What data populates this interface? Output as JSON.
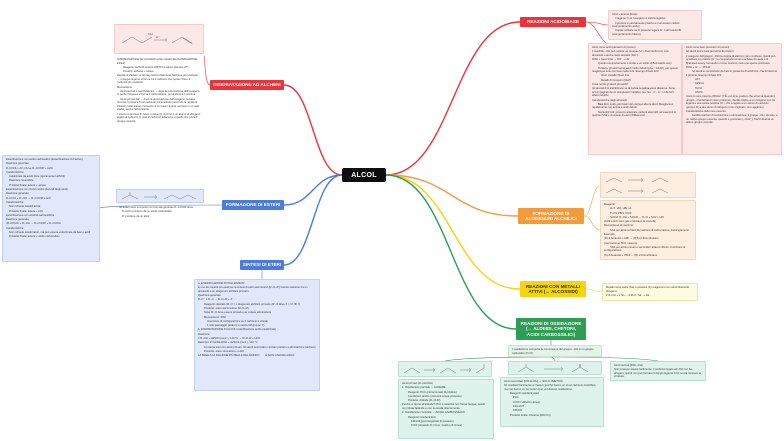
{
  "center": {
    "label": "ALCOL"
  },
  "colors": {
    "red": "#e9343b",
    "blue": "#4c7bd9",
    "orange": "#f39a3b",
    "yellow": "#f5d40f",
    "green": "#2f9e55",
    "center": "#0d0d0d"
  },
  "branches": {
    "disidratazione": "DISIDRATAZIONE AD ALCHENI",
    "esteri": "FORMAZIONE DI ESTERI",
    "sintesi": "SINTESI DI ETERI",
    "acidobase": "REAZIONI ACIDO/BASE",
    "alogenuri": "FORMAZIONE DI ALOGENURI ALCHILICI",
    "metalli": "REAZIONI CON METALLI ATTIVI (→ ALCOSSIDI)",
    "ossidazione": "REAZIONI DI OSSIDAZIONE (→ ALDEIDI, CHETONI, ACIDI CARBOSSILICI)"
  },
  "notes": {
    "disidratazione": [
      "DISIDRATAZIONE AD ALCHENI acido-catalizzata (ELIMINAZIONE E1/E2)",
      "        Reagenti: H2SO4 oppure H3PO4 a calore (elevato ΔT)",
      "        Prodotti: alchene + acqua",
      "Regola di Zaitsev: si forma preferenzialmente l'alchene più sostituito → il doppio legame si forma tra il carbonio che perde l'OH e il carbonio più sostituito",
      "Meccanismo:",
      "    Alcoli terziari e secondari E1 → dopo la protonazione dell'ossigeno, si perde l'acqua e si forma il carbocatione, poi si elimina il protone",
      "    Alcoli primari E2 → dopo la protonazione dell'ossigeno, la base rimuove il protone β sul carbonio più sostituito (secondo la regola di Zaitsev) nello stesso momento in cui esce l'acqua: avviene in un solo stadio, senza carbocatione",
      "* Cos'è un protone β: Sono i protoni β: il primo è un atomo di idrogeno legato al carbonio β, cioè al carbonio adiacente a quello che porta il gruppo uscente"
    ],
    "esteri_left": [
      "Esterificazione con acido carbossilico (Esterificazione di Fischer)",
      "Reazione generale:",
      "R–COOH + R'–OH ⇌ R–COOR' + H2O",
      "Caratteristiche:",
      "    Catalizzata da acido forte (tipicamente H2SO4)",
      "    Reazione reversibile",
      "    Prodotto finale: estere + acqua",
      "Esterificazione con cloruri acilici (derivati degli acidi)",
      "Reazione generale:",
      "R–COCl + R'–OH → R–COOR' + HCl",
      "Caratteristiche:",
      "    Non richiede catalisi acida",
      "    Prodotto finale: estere + HCl",
      "Esterificazione con anidridi carbossiliche",
      "Reazione generale:",
      "(R–CO)2O + R'–OH → R–COOR' + R–COOH",
      "Caratteristiche:",
      "    Non richiede catalizzatori, ma può essere velocizzata da basi o acidi",
      "    Prodotto finale: estere + acido carbossilico"
    ],
    "esteri_right": [
      "Gli esteri sono composti con formula generale R–COOR' dove:",
      "    R–COO proviene da un acido carbossilico",
      "    R' proviene da un alcol"
    ],
    "sintesi": [
      "a. ETERIFICAZIONE DI WILLIAMSON",
      "È uno dei metodi più usati per la sintesi di eteri asimmetrici (R–O–R') tramite reazione tra un alcossido e un alogenuro alchilico primario.",
      "Reazione generale:",
      "R–O⁻ + R'–X → R–O–R' + X⁻",
      "        Reagenti: alcolato (R–O⁻) + alogenuro alchilico primario (R'–X dove X = Cl, Br, I)",
      "        Prodotto: etere asimmetrico (R–O–R')",
      "        Nota: R'–X deve essere primario per evitare eliminazioni",
      "        Meccanismo: SN2",
      "            Inversione di configurazione se il carbonio è chirale",
      "            1 solo passaggio (attacco e uscita del gruppo X)",
      "b. DISIDRATAZIONE DI ALCOLI (eterificazione acido-catalizzata)",
      "Reazione:",
      "2 R–OH + H2SO4 (conc.), 140 °C → R–O–R + H2O",
      "Esempio: 2 CH3CH2OH + H2SO4 (conc.), 140 °C",
      "        Funziona solo con alcoli primari. Gli alcoli secondari e terziari portano a eliminazione (alcheni)",
      "        Prodotto: etere simmetrico + H2O",
      "LA FREE A LA RAGIONE PIÙ BELLA DEL MONDO        E NON CANCELLARLO"
    ],
    "acidobase_top": [
      "Alcol + anione (base):",
      "    Il legame O–H l'ossigeno è elettronegativo",
      "    Il protone è parzialmente positivo e può essere ceduto (comportamento acido)",
      "    Coppie solitarie su O possono legare H⁺ o altri elettrofili (comportamento basico)"
    ],
    "acidobase_left": [
      "Alcol come acidi (donatori di protoni)",
      "L'ossidrile –OH può cedere un protone (H⁺) diventando uno ione alcossido o anche detto alcolato (RO⁻).",
      "ROH + base forte → RO⁻ + H2",
      "        Questo comportamento è simile a un acido di Brønsted-Lowry.",
      "        Tuttavia, gli alcoli sono acidi molto deboli (pKa ≈ 16-18), per questo reagiscono solo con basi molto forti. Esempi di basi forti:",
      "            Idruri metallici NaH, KH",
      "            Metalli di Gruppo1 (NH2)",
      "Cosa rende gli alcoli più acidi?",
      "Gli alcossidi si stabilizzano se la carica negativa viene dispersa. Sono accompagnati da un complesso metallico (es. Na⁺, K⁺, Li⁺) o da forti effetti induttivi.",
      "Caratteristiche degli alcossidi",
      "        Basi forti: molto più basici del corrispondente alcol. Reagiscono rapidamente con acqua e acidi deboli.",
      "        Nucleofili forti: possono attaccare carboni elettrofili, ad esempio in reazioni SN2 o di sintesi di eteri (Williamson)"
    ],
    "acidobase_right": [
      "Alcol come basi (accettori di protoni)",
      "Gli alcoli come basi (accettori di protoni)",
      "L'ossigeno dell'gruppo –OH ha coppie di elettroni non condivise, quindi può accettare un protone (H⁺) e comportarsi come una base di Lewis o di Brønsted-Lowry, formando un ione ossonio, cioè una specie protonata.",
      "ROH + H⁺ → ROH2⁺",
      "        Gli alcoli si comportano da basi in presenza di acidi forti, che forniscono il protone. Esempi di basi forti:",
      "            HCl",
      "            H2SO4",
      "            TsOH",
      "            HNO3",
      "Cos'è lo ione ossonio (ROH2⁺)? È uno ione positivo che si forma quando il gruppo –OH dell'alcol viene protonato, dando origine a un ossigeno con tre legami e una carica positiva (O⁺) che è legato a un atomo di carbonio (gruppo R) e due atomi di idrogeno (uno originario, uno aggiunto).",
      "Caratteristiche dello ione ossonio:",
      "        Facilita reazioni di sostituzione o eliminazione: il gruppo –OH, da solo, è un cattivo gruppo uscente, quando è protonato (–OH2⁺), l'H2O diventa un ottimo gruppo uscente."
    ],
    "alogenuri": [
      "Reagenti:",
      "        H–X: HCl, HBr, HI",
      "        P–X3: PBr3, PCl3",
      "        SOCl2: R–OH + SOCl2 → R–Cl + SO2 + HCl",
      "(SO2 e HCl sono gas e lasciano la miscela)",
      "Meccanismo di reazione:",
      "        SN1 per alcoli terziari: formazione di carbocatione, riarrangiamenti",
      "Esempio:",
      "(R)-2-butanolo + HBr → (R/S)-2-bromobutano",
      "(meccanismo SN1, racemo)",
      "        SN2 per alcoli primari e secondari: attacco diretto, inversione di configurazione",
      "(S)-2-butanolo + PBr3 → (R)-2-bromobutano"
    ],
    "metalli": [
      "Metalli come sodio (Na) o potassio (K) reagiscono con alcoli liberando idrogeno:",
      "2 R–OH + 2 Na → 2 R–O⁻Na⁺ + H2"
    ],
    "oss_intro": [
      "L'ossidazione comporta la conversione del gruppo –OH in un gruppo carbonilico (C=O)."
    ],
    "oss_primari": [
      "Alcoli primari (R–CH2OH)",
      "1. Ossidazione parziale → ALDEIDE",
      "        Reagenti: PCC (clorocromato di piridinio)",
      "        Condizioni: anidre (nessuna acqua presente)",
      "        Prodotto: Aldeide (R–CHO)",
      "Perché si ferma all'aldeide? PCC è selettivo non forma l'acqua, quindi non idrata l'aldeide e non la ossida ulteriormente.",
      "2. Ossidazione completa → ACIDO CARBOSSILICO",
      "        Reagenti ossidanti forti:",
      "            KMnO4 (permanganato di potassio)",
      "            CrO3 (triossido di cromo, reattivo di Jones)"
    ],
    "oss_secondari": [
      "Alcoli secondari (R2CH–OH) → SOLO CHETONI",
      "Gli ossidanti facilmente a chetoni, perché hanno un H sul carbonio ossidrilico, ma non hanno un secondo H per un'ulteriore ossidazione.",
      "        Reagenti ossidanti usati:",
      "            PCC",
      "            CrO3 / H2SO4 (Jones)",
      "            K2Cr2O7",
      "            KMnO4",
      "        Prodotto finale: Chetone (R2C=O)"
    ],
    "oss_terziari": [
      "Alcoli terziari (R3C–OH)",
      "Non possono essere facilmente: il carbonio legato all'–OH non ha idrogeni, quindi non può formare il doppio legame C=O senza rompere la struttura."
    ]
  }
}
